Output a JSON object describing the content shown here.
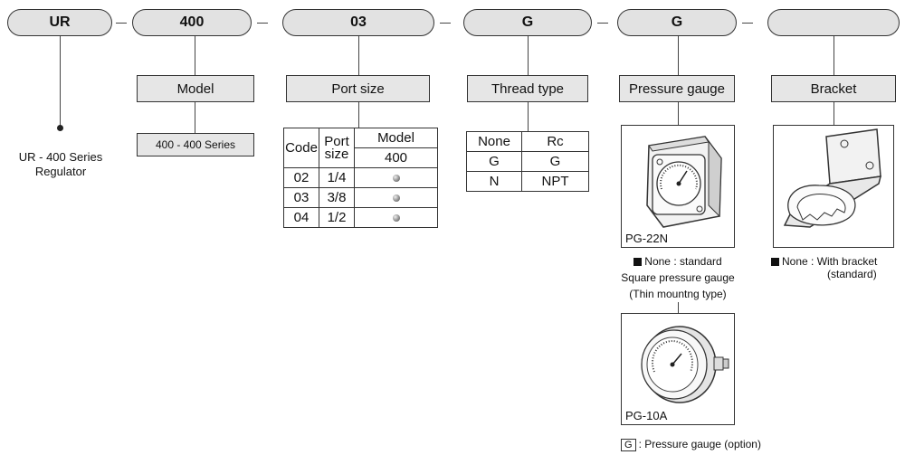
{
  "code_segments": {
    "series": "UR",
    "model": "400",
    "port": "03",
    "thread": "G",
    "gauge": "G",
    "bracket": ""
  },
  "series_label": "UR - 400 Series\nRegulator",
  "headers": {
    "model": "Model",
    "port_size": "Port size",
    "thread_type": "Thread type",
    "pressure_gauge": "Pressure gauge",
    "bracket": "Bracket"
  },
  "model_option": "400 - 400 Series",
  "port_table": {
    "col_code": "Code",
    "col_port_size": "Port size",
    "col_model": "Model",
    "col_model_value": "400",
    "rows": [
      {
        "code": "02",
        "size": "1/4"
      },
      {
        "code": "03",
        "size": "3/8"
      },
      {
        "code": "04",
        "size": "1/2"
      }
    ]
  },
  "thread_table": [
    [
      "None",
      "Rc"
    ],
    [
      "G",
      "G"
    ],
    [
      "N",
      "NPT"
    ]
  ],
  "gauge": {
    "photo1_label": "PG-22N",
    "note1": "None : standard",
    "note2": "Square pressure gauge",
    "note3": "(Thin mountng type)",
    "photo2_label": "PG-10A",
    "option_key": "G",
    "option_text": ": Pressure gauge (option)"
  },
  "bracket_note": {
    "line1": "None : With bracket",
    "line2": "(standard)"
  }
}
